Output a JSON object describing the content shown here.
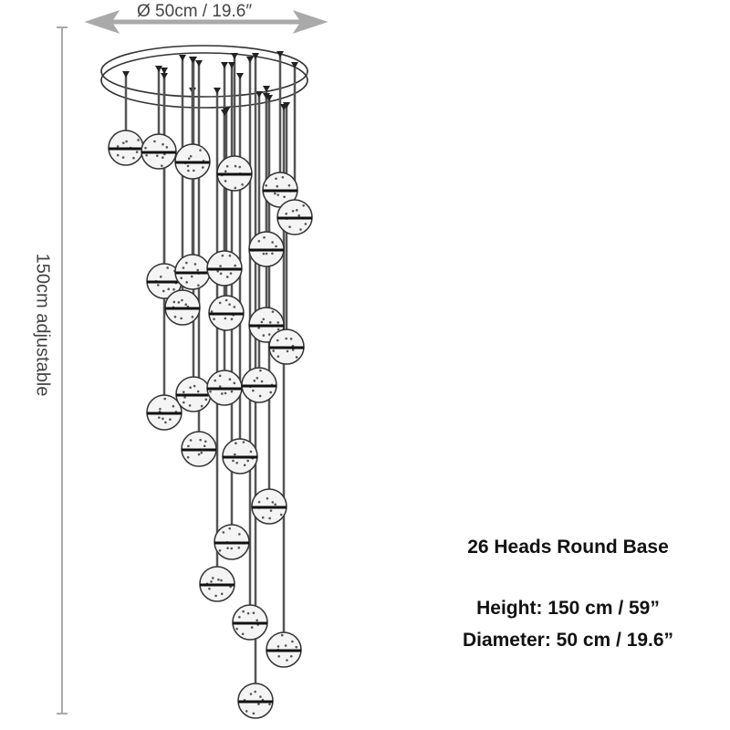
{
  "dimensions": {
    "diameter_label": "Ø 50cm / 19.6″",
    "height_label": "150cm adjustable"
  },
  "specs": {
    "title": "26 Heads Round Base",
    "height": "Height: 150 cm / 59”",
    "diameter": "Diameter: 50 cm / 19.6”"
  },
  "colors": {
    "dimension_line": "#a9a9a9",
    "drawing": "#333333"
  },
  "pendant_count": 26
}
